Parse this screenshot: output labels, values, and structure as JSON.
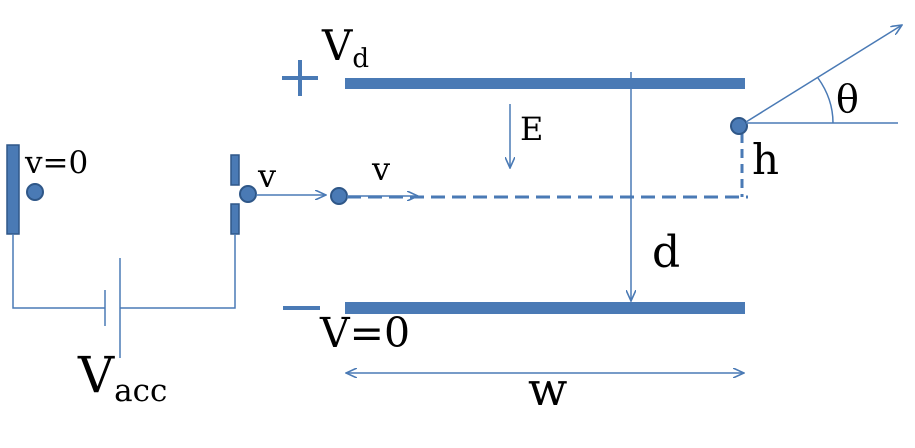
{
  "labels": {
    "vd_main": "V",
    "vd_sub": "d",
    "plus_sign": "+",
    "minus_sign": "−",
    "e_field": "E",
    "start_velocity": "v=0",
    "aperture_velocity": "v",
    "beam_velocity": "v",
    "offset_h": "h",
    "angle_theta": "θ",
    "separation_d": "d",
    "bottom_voltage": "V=0",
    "width_w": "w",
    "vacc_main": "V",
    "vacc_sub": "acc"
  },
  "colors": {
    "plate": "#4a7ab5",
    "particle_fill": "#4a7ab5",
    "particle_stroke": "#2f5788",
    "line": "#4a7ab5",
    "text": "#000000"
  }
}
